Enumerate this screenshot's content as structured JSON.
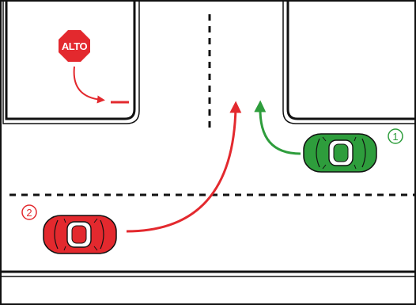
{
  "stop_sign": {
    "text": "ALTO",
    "color": "#e3292e"
  },
  "vehicles": [
    {
      "id": "car-1",
      "number": "1",
      "color": "#2e9d3c",
      "circle_color": "#2e9d3c"
    },
    {
      "id": "car-2",
      "number": "2",
      "color": "#e3292e",
      "circle_color": "#e3292e"
    }
  ],
  "colors": {
    "road_line": "#111111",
    "arrow_red": "#e3292e",
    "arrow_green": "#2e9d3c",
    "background": "#ffffff"
  }
}
